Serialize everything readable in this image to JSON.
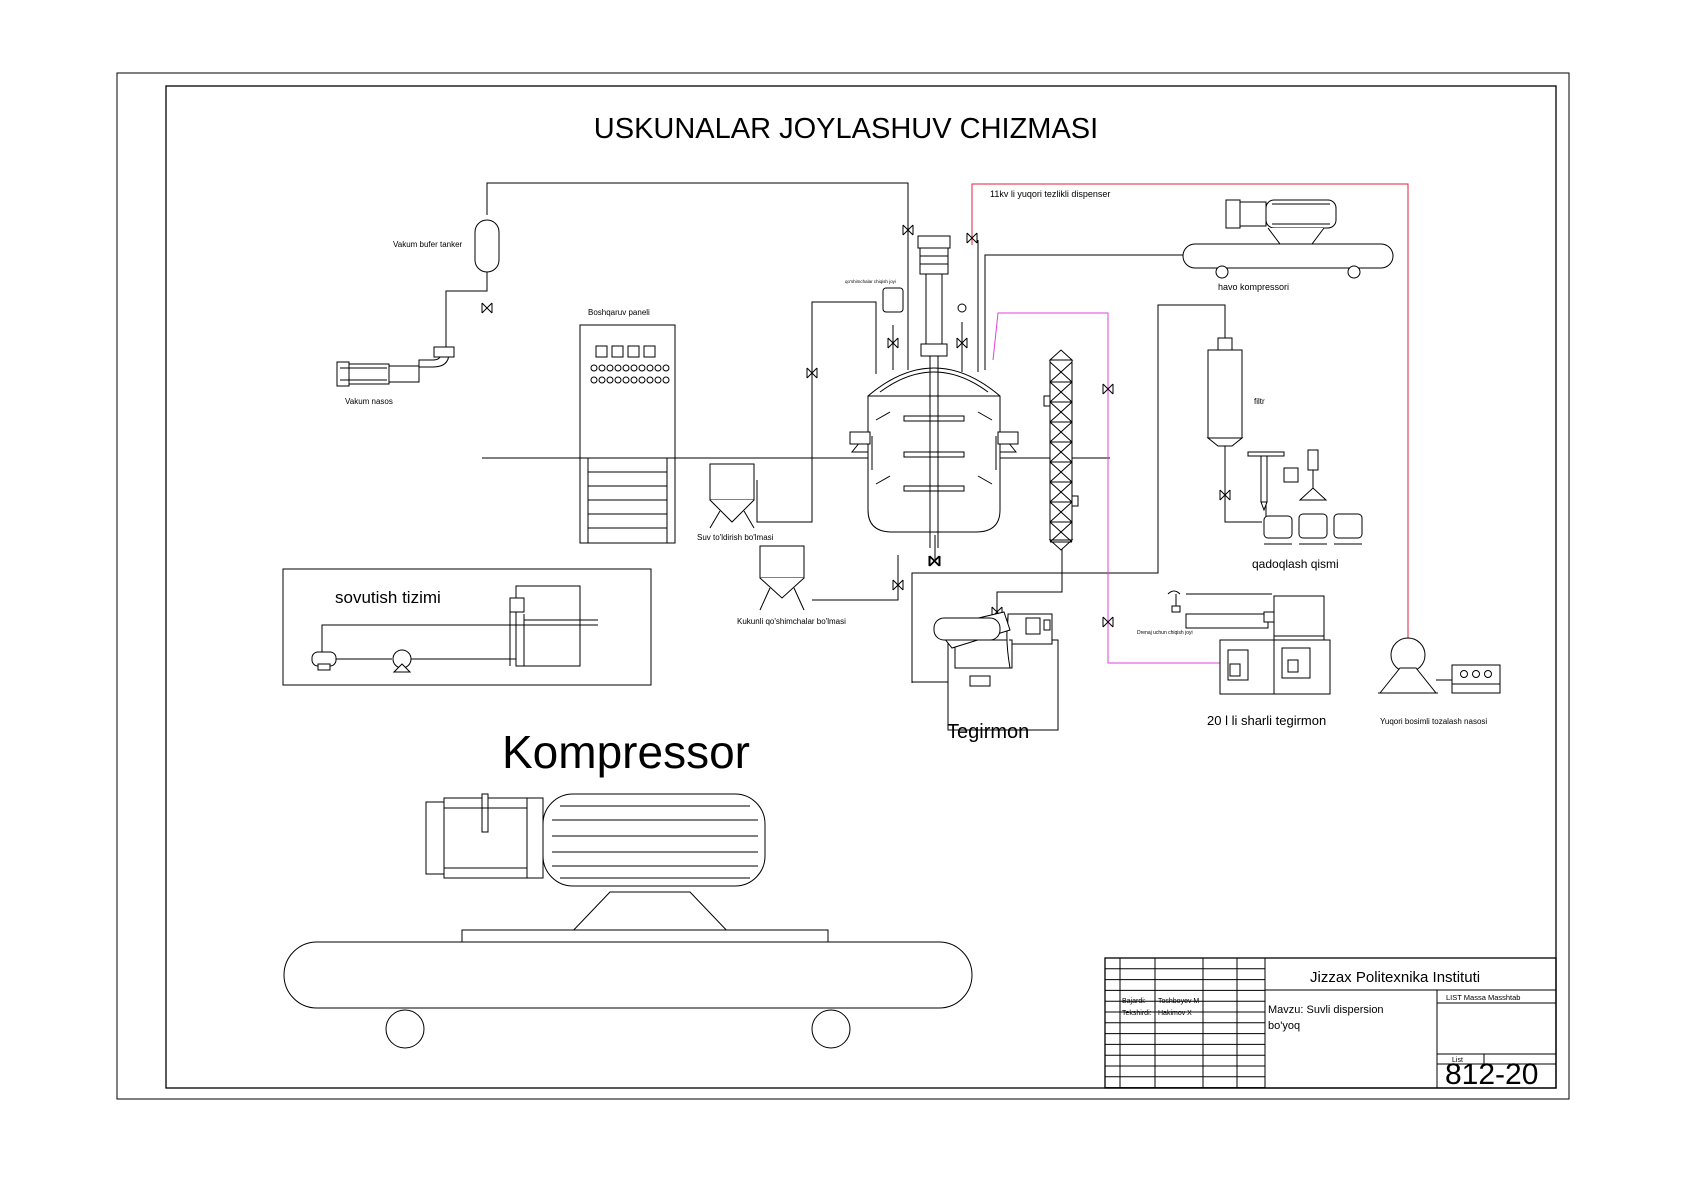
{
  "title": "USKUNALAR JOYLASHUV CHIZMASI",
  "labels": {
    "vakum_bufer_tanker": "Vakum bufer tanker",
    "vakum_nasos": "Vakum nasos",
    "boshqaruv_paneli": "Boshqaruv paneli",
    "qoshimchalar_chiqish_joyi": "qo'shimchalar chiqish joyi",
    "dispenser": "11kv li yuqori tezlikli dispenser",
    "havo_kompressori": "havo kompressori",
    "filtr": "filtr",
    "suv_toldirish": "Suv to'ldirish bo'lmasi",
    "kukunli_qoshimchalar": "Kukunli qo'shimchalar bo'lmasi",
    "qadoqlash": "qadoqlash qismi",
    "sovutish_tizimi": "sovutish tizimi",
    "drenaj": "Drenaj uchun chiqish joyi",
    "tegirmon": "Tegirmon",
    "sharli_tegirmon": "20 l li sharli tegirmon",
    "tozalash_nasosi": "Yuqori bosimli tozalash nasosi",
    "kompressor": "Kompressor"
  },
  "title_block": {
    "institute": "Jizzax Politexnika Instituti",
    "bajardi_label": "Bajardi:",
    "bajardi_name": "Toshboyev M",
    "tekshirdi_label": "Tekshirdi:",
    "tekshirdi_name": "Hakimov X",
    "mavzu_line1": "Mavzu: Suvli dispersion",
    "mavzu_line2": "bo'yoq",
    "list_header": "LIST Massa Masshtab",
    "list_label": "List",
    "number": "812-20"
  },
  "colors": {
    "line": "#000000",
    "water_line": "#e0203a",
    "cooling_line": "#e040e0",
    "background": "#ffffff"
  }
}
